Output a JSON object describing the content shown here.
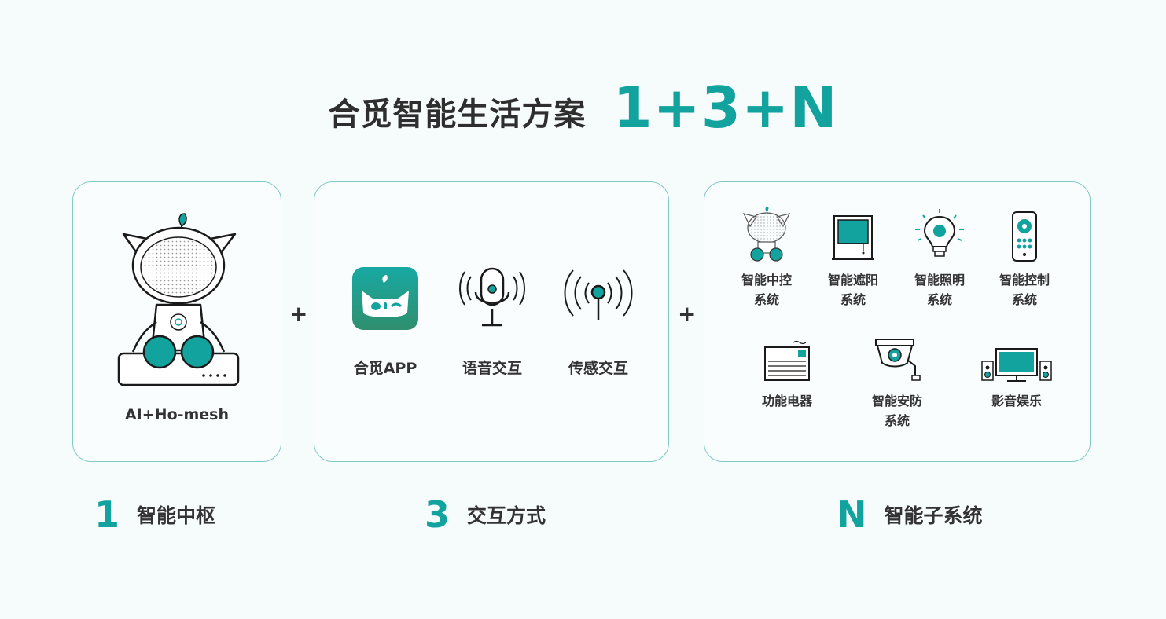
{
  "title": {
    "main": "合觅智能生活方案",
    "formula": "1+3+N"
  },
  "hub": {
    "label": "AI+Ho-mesh"
  },
  "plus_signs": [
    "+",
    "+"
  ],
  "interaction": {
    "items": [
      {
        "label": "合觅APP",
        "icon": "app-icon"
      },
      {
        "label": "语音交互",
        "icon": "microphone-icon"
      },
      {
        "label": "传感交互",
        "icon": "sensor-signal-icon"
      }
    ]
  },
  "subsystems": {
    "items": [
      {
        "label_line1": "智能中控",
        "label_line2": "系统",
        "icon": "robot-hub-icon"
      },
      {
        "label_line1": "智能遮阳",
        "label_line2": "系统",
        "icon": "window-blind-icon"
      },
      {
        "label_line1": "智能照明",
        "label_line2": "系统",
        "icon": "light-bulb-icon"
      },
      {
        "label_line1": "智能控制",
        "label_line2": "系统",
        "icon": "remote-control-icon"
      },
      {
        "label_line1": "功能电器",
        "label_line2": "",
        "icon": "air-conditioner-icon"
      },
      {
        "label_line1": "智能安防",
        "label_line2": "系统",
        "icon": "security-camera-icon"
      },
      {
        "label_line1": "影音娱乐",
        "label_line2": "",
        "icon": "tv-speaker-icon"
      }
    ]
  },
  "captions": [
    {
      "num": "1",
      "text": "智能中枢"
    },
    {
      "num": "3",
      "text": "交互方式"
    },
    {
      "num": "N",
      "text": "智能子系统"
    }
  ],
  "colors": {
    "accent": "#13a39e",
    "border": "#7ec9c5",
    "text": "#2e2e2e"
  }
}
